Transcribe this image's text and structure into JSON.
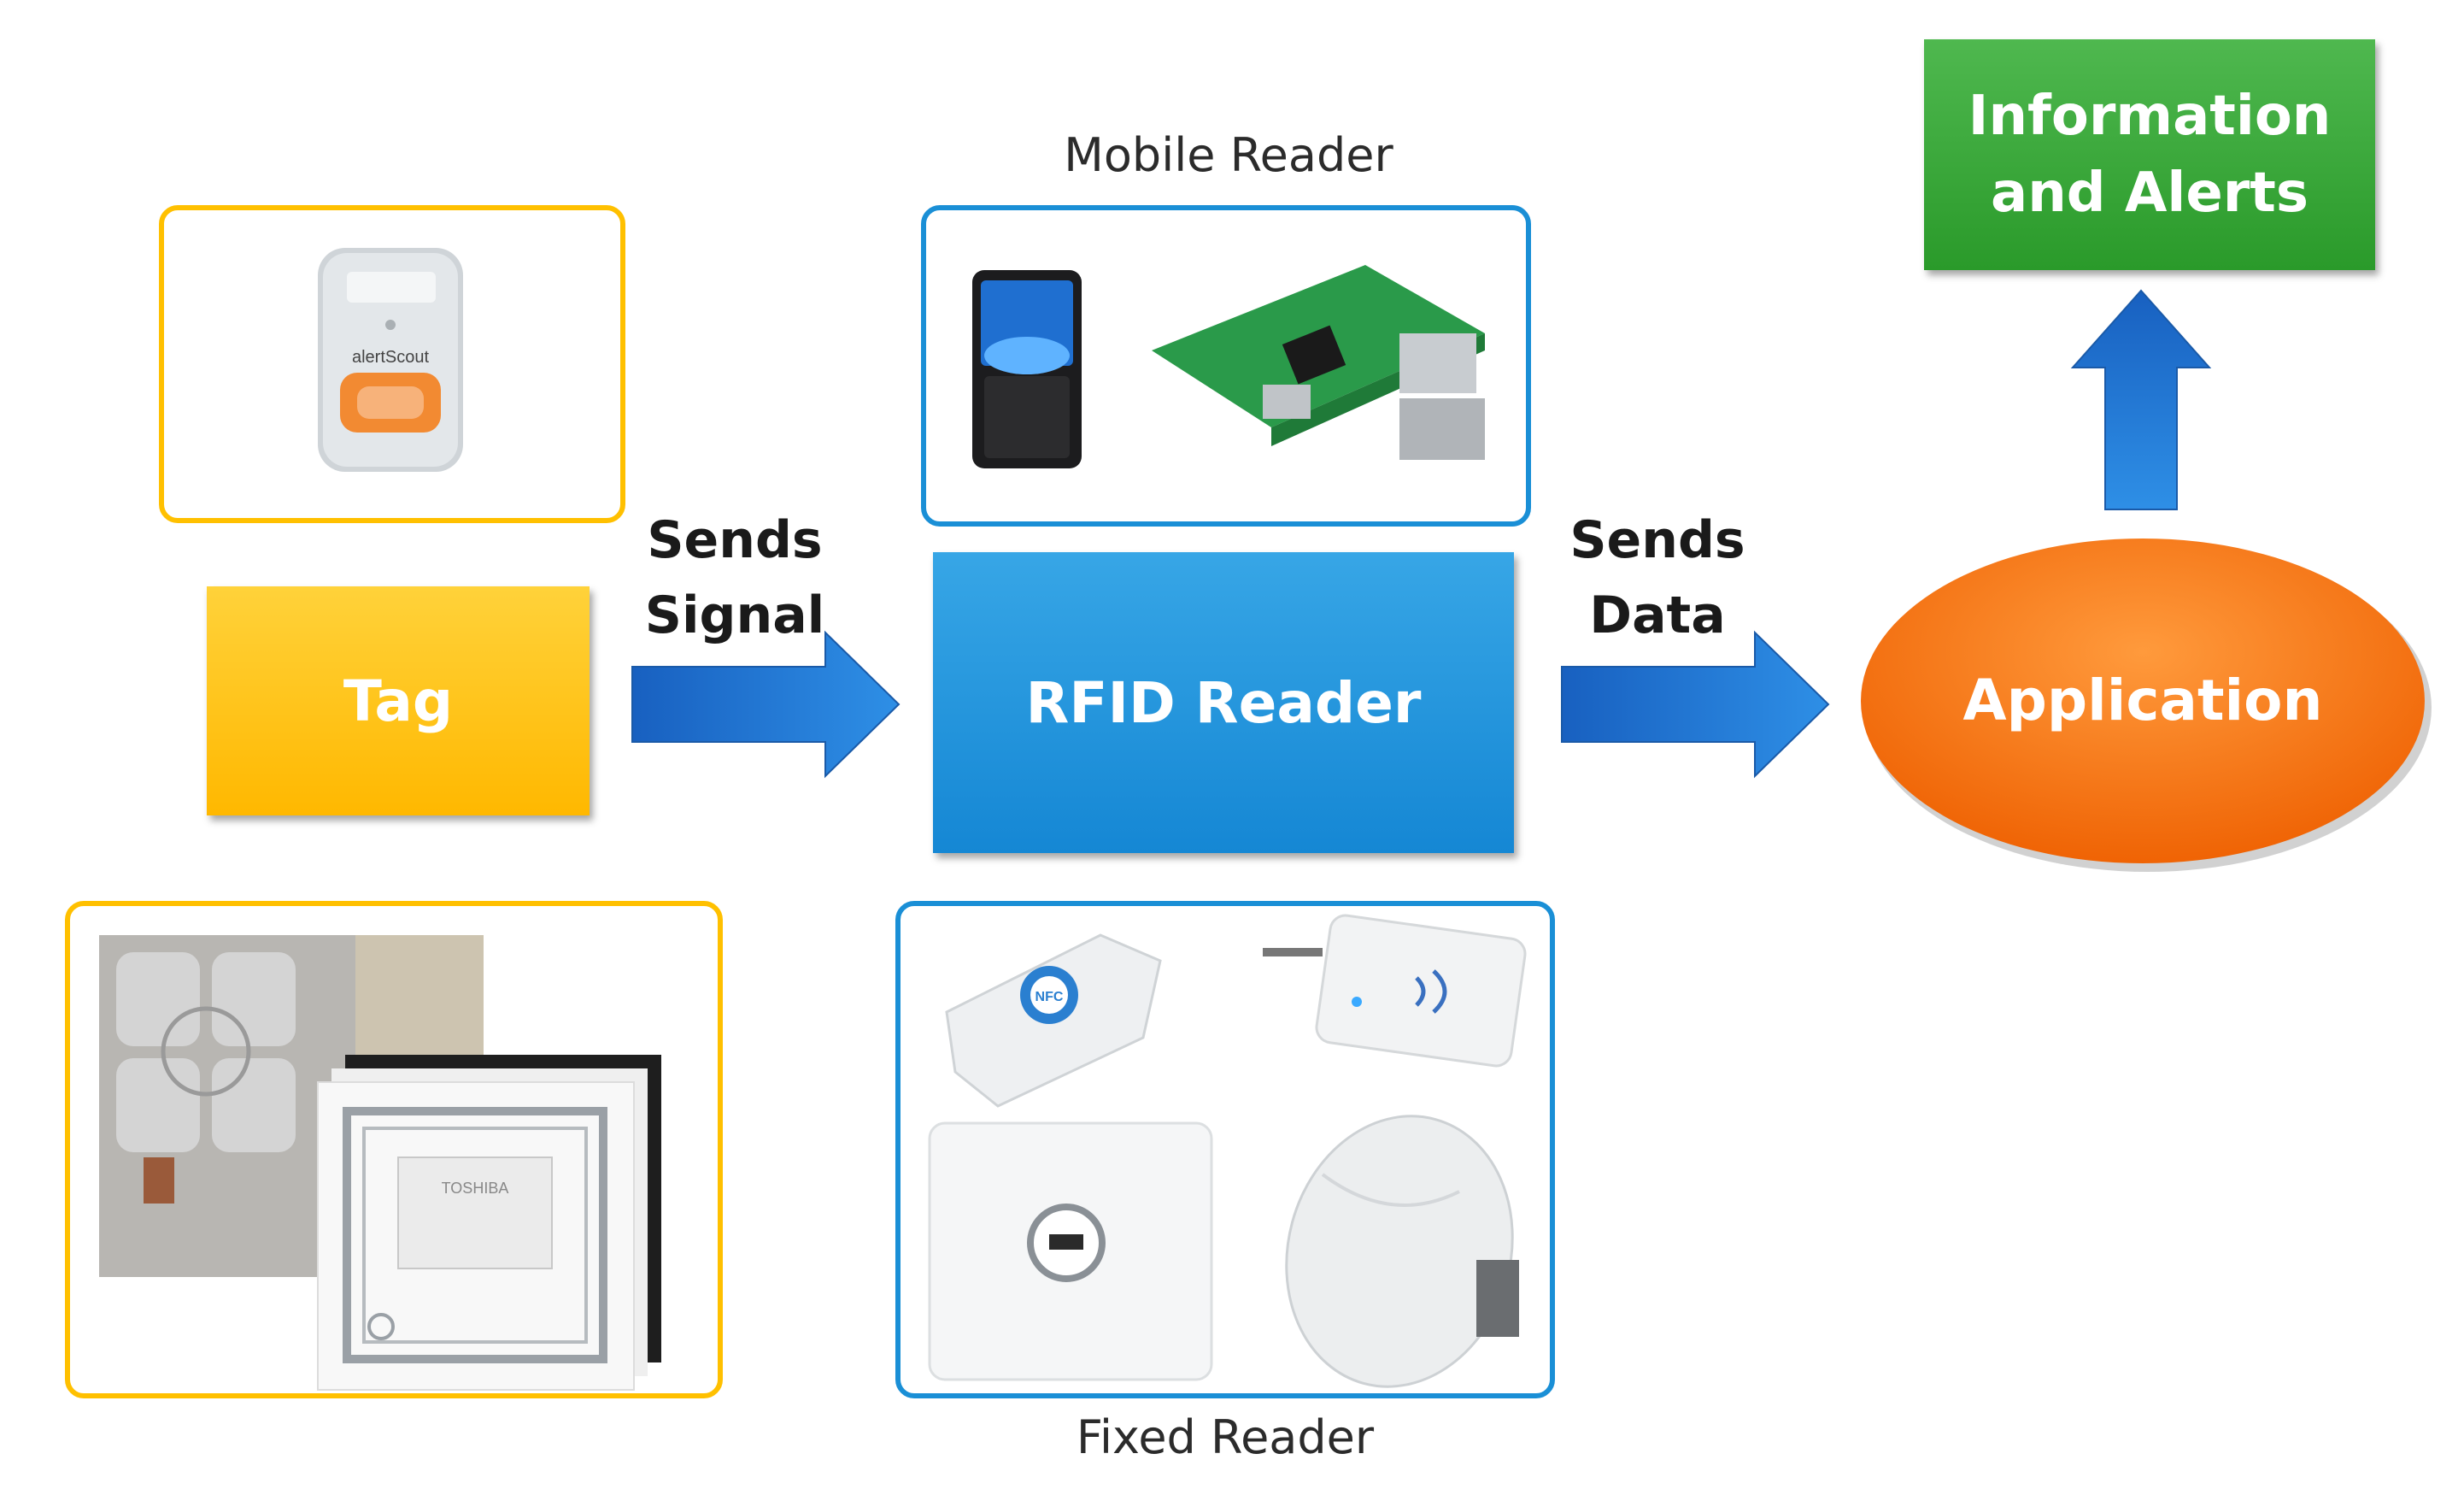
{
  "tag": {
    "label": "Tag"
  },
  "reader": {
    "label": "RFID Reader"
  },
  "application": {
    "label": "Application"
  },
  "info": {
    "line1": "Information",
    "line2": "and Alerts"
  },
  "arrow1": {
    "line1": "Sends",
    "line2": "Signal"
  },
  "arrow2": {
    "line1": "Sends",
    "line2": "Data"
  },
  "mobile_reader": {
    "caption": "Mobile Reader"
  },
  "fixed_reader": {
    "caption": "Fixed Reader"
  },
  "device_texts": {
    "brand": "alertScout",
    "nfc": "NFC",
    "toshiba": "TOSHIBA"
  },
  "colors": {
    "tag": "#ffc000",
    "reader": "#1a8fd6",
    "application": "#f26a0c",
    "info": "#3caa3c",
    "arrow": "#1f6fd0",
    "frame_orange": "#ffc000",
    "frame_blue": "#1a8fd6"
  }
}
